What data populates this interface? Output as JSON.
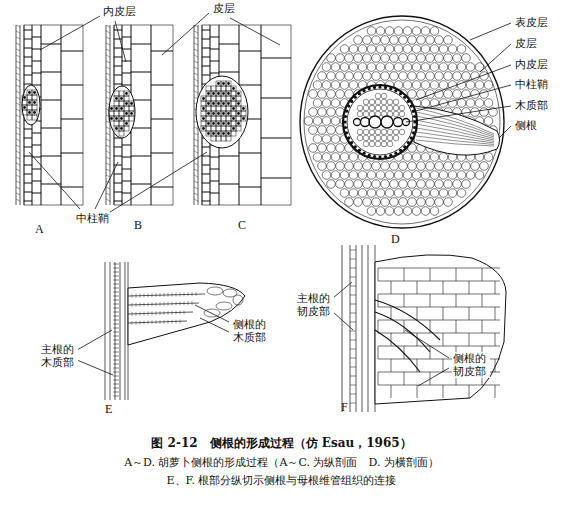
{
  "diagram": {
    "caption": "图 2-12　侧根的形成过程（仿 Esau，1965）",
    "labels": [
      "内皮层",
      "皮层",
      "中柱鞘",
      "A",
      "B",
      "C",
      "表皮层",
      "皮层",
      "内皮层",
      "中柱鞘",
      "木质部",
      "侧根",
      "D",
      "侧根的木质部",
      "主根的木质部",
      "E",
      "主根的韧皮部",
      "侧根的韧皮部",
      "F",
      "A～D. 胡萝卜侧根的形成过程（A～C. 为纵剖面　D. 为横剖面）",
      "E、F. 根部分纵切示侧根与母根维管组织的连接"
    ]
  }
}
